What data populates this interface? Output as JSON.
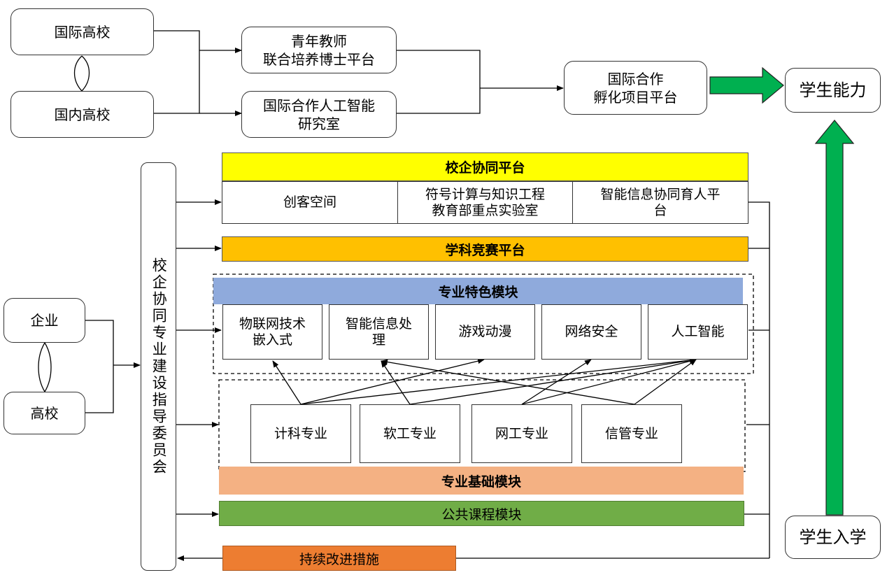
{
  "top": {
    "intl_univ": "国际高校",
    "dom_univ": "国内高校",
    "young_teacher_l1": "青年教师",
    "young_teacher_l2": "联合培养博士平台",
    "ai_lab_l1": "国际合作人工智能",
    "ai_lab_l2": "研究室",
    "incubator_l1": "国际合作",
    "incubator_l2": "孵化项目平台",
    "student_ability": "学生能力"
  },
  "left": {
    "enterprise": "企业",
    "university": "高校",
    "committee": "校企协同专业建设指导委员会"
  },
  "platforms": {
    "coop_platform": "校企协同平台",
    "maker_space": "创客空间",
    "lab_l1": "符号计算与知识工程",
    "lab_l2": "教育部重点实验室",
    "smart_l1": "智能信息协同育人平",
    "smart_l2": "台",
    "competition": "学科竞赛平台",
    "feature_module": "专业特色模块",
    "features": [
      {
        "l1": "物联网技术",
        "l2": "嵌入式"
      },
      {
        "l1": "智能信息处",
        "l2": "理"
      },
      {
        "l1": "游戏动漫",
        "l2": ""
      },
      {
        "l1": "网络安全",
        "l2": ""
      },
      {
        "l1": "人工智能",
        "l2": ""
      }
    ],
    "majors": [
      "计科专业",
      "软工专业",
      "网工专业",
      "信管专业"
    ],
    "basic_module": "专业基础模块",
    "public_module": "公共课程模块",
    "improvement": "持续改进措施",
    "enrollment": "学生入学"
  },
  "colors": {
    "coop": "#FFFF00",
    "competition": "#FFC000",
    "feature": "#8FAADC",
    "basic": "#F4B183",
    "public": "#70AD47",
    "improve": "#ED7D31",
    "arrow_green": "#00B050"
  }
}
